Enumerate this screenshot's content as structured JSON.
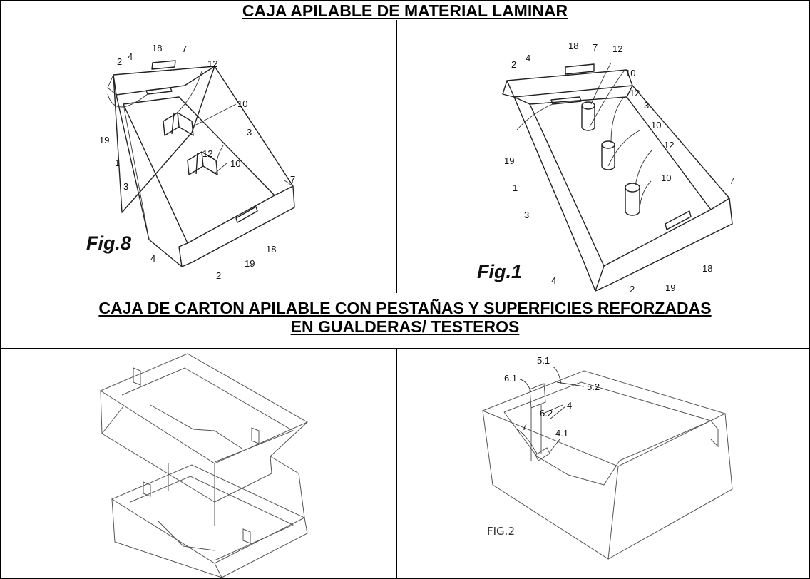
{
  "title1": "CAJA APILABLE DE MATERIAL LAMINAR",
  "title2_line1": "CAJA DE CARTON APILABLE CON PESTAÑAS Y SUPERFICIES REFORZADAS",
  "title2_line2": "EN GUALDERAS/ TESTEROS",
  "fig8": {
    "caption": "Fig.8",
    "labels": [
      "18",
      "7",
      "2",
      "4",
      "12",
      "19",
      "10",
      "3",
      "10",
      "12",
      "1",
      "7",
      "3",
      "4",
      "2",
      "19",
      "18"
    ]
  },
  "fig1": {
    "caption": "Fig.1",
    "labels": [
      "18",
      "7",
      "12",
      "2",
      "4",
      "10",
      "12",
      "3",
      "19",
      "10",
      "12",
      "10",
      "1",
      "7",
      "3",
      "4",
      "2",
      "19",
      "18"
    ]
  },
  "fig2": {
    "caption": "FIG.2",
    "labels": [
      "5.1",
      "6.1",
      "5.2",
      "6.2",
      "4",
      "7",
      "4.1"
    ]
  }
}
